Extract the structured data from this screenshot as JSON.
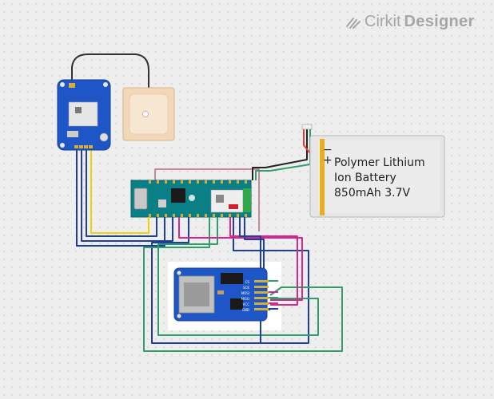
{
  "brand": {
    "name_light": "Cirkit",
    "name_bold": "Designer",
    "icon": "cirkit-logo-icon",
    "color": "#a6a6a6"
  },
  "battery": {
    "label_lines": [
      "Polymer Lithium",
      "Ion Battery",
      "850mAh 3.7V"
    ],
    "minus": "−",
    "plus": "+"
  },
  "sd_module": {
    "pins": [
      "CS",
      "SCK",
      "MOSI",
      "MISO",
      "VCC",
      "GND"
    ]
  },
  "wire_colors": {
    "red": "#e53935",
    "black": "#222222",
    "blue": "#1f3f9e",
    "yellow": "#f5d000",
    "green": "#2e9e6b",
    "magenta": "#d6278e",
    "pink": "#c9879a",
    "gray": "#555555"
  }
}
